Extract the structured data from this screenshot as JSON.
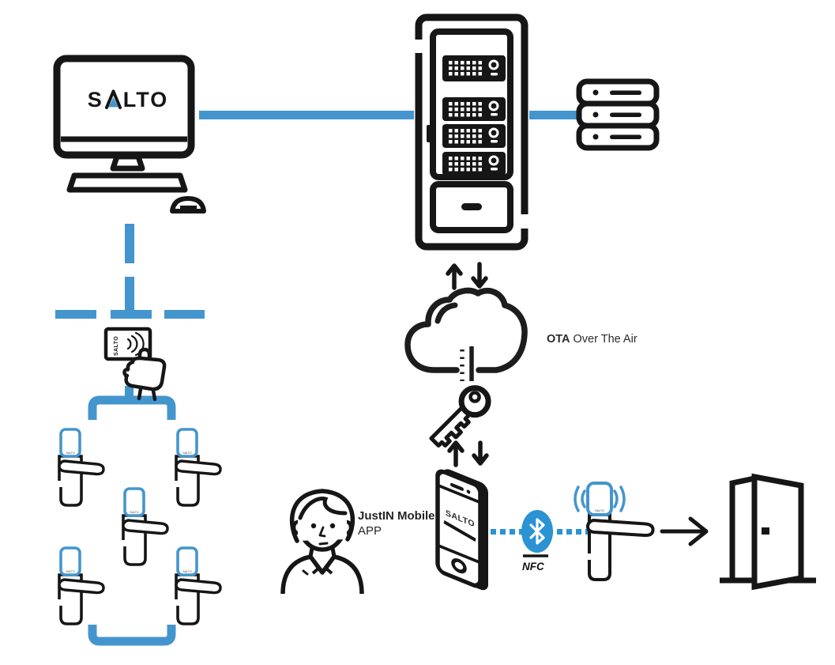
{
  "diagram_title": "SALTO access control system architecture diagram",
  "colors": {
    "accent_blue": "#4495CD",
    "bluetooth_blue": "#2B93D4",
    "line_ink": "#161616",
    "label_text": "#2B2B2B"
  },
  "labels": {
    "brand": "SALTO",
    "monitor_logo_s": "S",
    "monitor_logo_lto": "LTO",
    "ota_abbr": "OTA",
    "ota_text": "Over The Air",
    "app_name": "JustIN Mobile",
    "app_word": "APP",
    "nfc": "NFC"
  },
  "icons": [
    "monitor-icon",
    "server-rack-icon",
    "database-icon",
    "keycard-hand-icon",
    "door-lock-icon",
    "cloud-icon",
    "key-icon",
    "up-arrow-icon",
    "down-arrow-icon",
    "user-icon",
    "smartphone-icon",
    "bluetooth-icon",
    "ble-lock-icon",
    "right-arrow-icon",
    "open-door-icon"
  ]
}
